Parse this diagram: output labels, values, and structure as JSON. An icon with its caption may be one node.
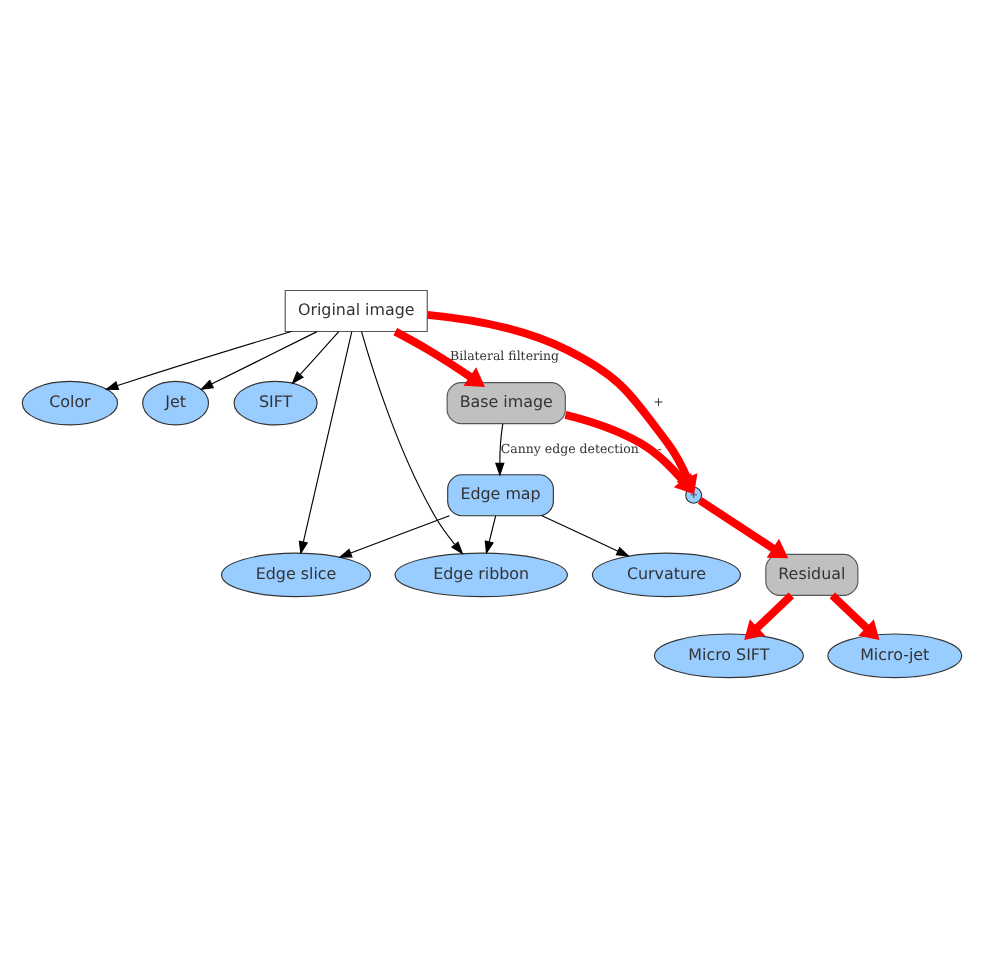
{
  "diagram": {
    "nodes": [
      {
        "text": [
          "Color"
        ]
      },
      {
        "text": [
          "Jet"
        ]
      },
      {
        "text": [
          "SIFT"
        ]
      },
      {
        "text": [
          "Original image"
        ]
      },
      {
        "text": [
          "Edge slice"
        ]
      },
      {
        "text": [
          "Base image"
        ]
      },
      {
        "text": [
          "Edge ribbon"
        ]
      },
      {
        "text": [
          "Edge map"
        ]
      },
      {
        "text": [
          "+"
        ]
      },
      {
        "text": [
          "Residual"
        ]
      },
      {
        "text": [
          "Curvature"
        ]
      },
      {
        "text": [
          "Micro SIFT"
        ]
      },
      {
        "text": [
          "Micro-jet"
        ]
      }
    ],
    "edges": [
      {
        "from": 3,
        "to": 0,
        "arrow": "to"
      },
      {
        "from": 3,
        "to": 1,
        "arrow": "to"
      },
      {
        "from": 3,
        "to": 2,
        "arrow": "to"
      },
      {
        "from": 3,
        "to": 4,
        "arrow": "to"
      },
      {
        "from": 3,
        "to": 6,
        "arrow": "to"
      },
      {
        "from": 3,
        "to": 5,
        "arrow": "to",
        "label": "Bilateral filtering",
        "style": "thick",
        "color": "#ff0000"
      },
      {
        "from": 5,
        "to": 7,
        "arrow": "to",
        "label": "Canny edge detection"
      },
      {
        "from": 7,
        "to": 4,
        "arrow": "to"
      },
      {
        "from": 7,
        "to": 6,
        "arrow": "to"
      },
      {
        "from": 7,
        "to": 10,
        "arrow": "to"
      },
      {
        "from": 3,
        "to": 8,
        "arrow": "to",
        "label": "+",
        "style": "thick",
        "color": "#ff0000"
      },
      {
        "from": 5,
        "to": 8,
        "arrow": "to",
        "label": "-",
        "style": "thick",
        "color": "#ff0000"
      },
      {
        "from": 8,
        "to": 9,
        "arrow": "to",
        "style": "thick",
        "color": "#ff0000"
      },
      {
        "from": 9,
        "to": 12,
        "arrow": "to",
        "style": "thick",
        "color": "#ff0000"
      },
      {
        "from": 9,
        "to": 11,
        "arrow": "to",
        "style": "thick",
        "color": "#ff0000"
      }
    ]
  }
}
